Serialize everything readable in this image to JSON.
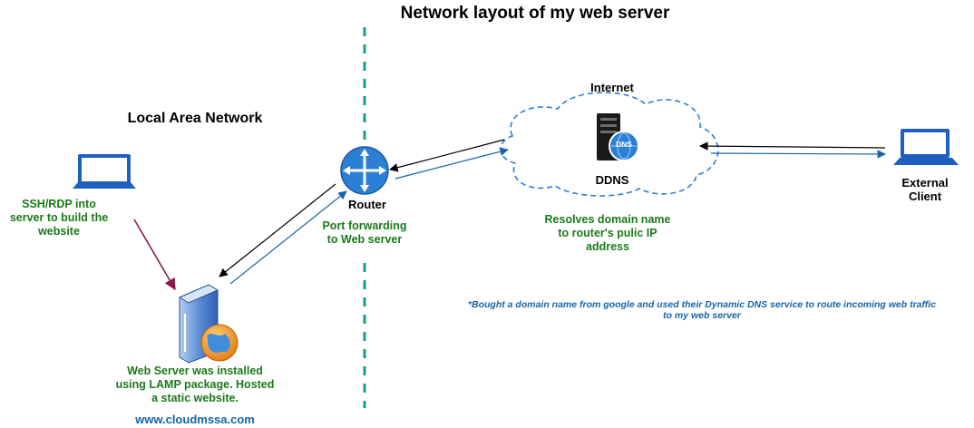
{
  "title": "Network layout of my web server",
  "lan": {
    "heading": "Local Area Network",
    "laptop_caption": "SSH/RDP into\nserver to build the\nwebsite",
    "server_caption": "Web Server was installed\nusing LAMP package. Hosted\na static website.",
    "site_url": "www.cloudmssa.com"
  },
  "router": {
    "label": "Router",
    "caption": "Port forwarding\nto Web server"
  },
  "internet": {
    "label": "Internet",
    "dns_badge": "DNS",
    "ddns_label": "DDNS",
    "caption": "Resolves domain name\nto router's pulic IP\naddress"
  },
  "external_client": {
    "label": "External\nClient"
  },
  "footnote": "*Bought a domain name from google and used their Dynamic DNS service to route incoming web traffic\nto my web server",
  "colors": {
    "accent_blue": "#1565a8",
    "caption_green": "#1a7a1a",
    "divider_teal": "#1a9c8c",
    "ssh_arrow": "#8b1a4f",
    "router_blue": "#2b7fd4"
  }
}
